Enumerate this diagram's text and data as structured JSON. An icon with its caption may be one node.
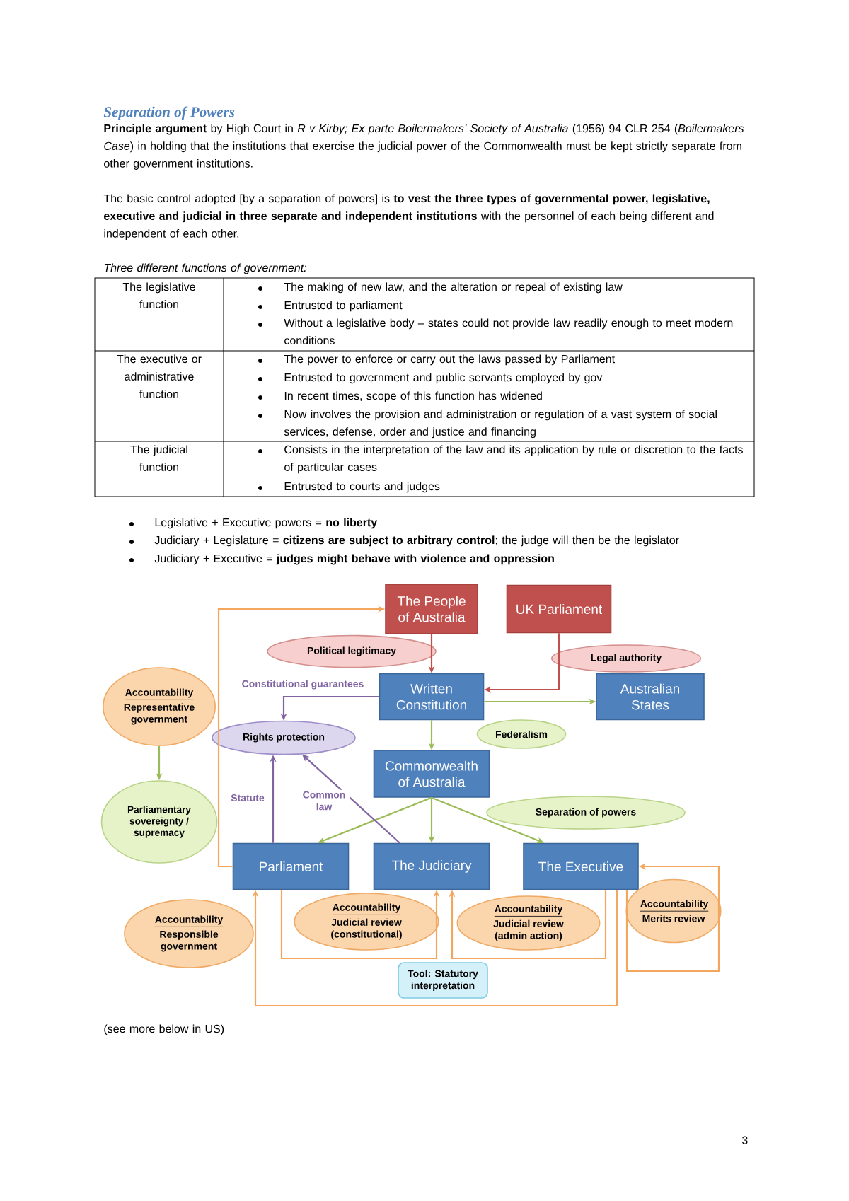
{
  "diagram": {
    "title": "Separation of Powers",
    "nodes": [
      {
        "text": [
          "The People of Australia"
        ]
      },
      {
        "text": [
          "UK Parliament"
        ]
      },
      {
        "text": [
          "Political legitimacy"
        ]
      },
      {
        "text": [
          "Legal authority"
        ]
      },
      {
        "text": [
          "Written Constitution"
        ]
      },
      {
        "text": [
          "Australian States"
        ]
      },
      {
        "text": [
          "Accountability",
          "Representative government"
        ]
      },
      {
        "text": [
          "Rights protection"
        ]
      },
      {
        "text": [
          "Federalism"
        ]
      },
      {
        "text": [
          "Commonwealth of Australia"
        ]
      },
      {
        "text": [
          "Parliamentary sovereignty / supremacy"
        ]
      },
      {
        "text": [
          "Separation of powers"
        ]
      },
      {
        "text": [
          "Parliament"
        ]
      },
      {
        "text": [
          "The Judiciary"
        ]
      },
      {
        "text": [
          "The Executive"
        ]
      },
      {
        "text": [
          "Accountability",
          "Responsible government"
        ]
      },
      {
        "text": [
          "Accountability",
          "Judicial review (constitutional)"
        ]
      },
      {
        "text": [
          "Accountability",
          "Judicial review (admin action)"
        ]
      },
      {
        "text": [
          "Accountability",
          "Merits review"
        ]
      },
      {
        "text": [
          "Tool: Statutory interpretation"
        ]
      }
    ],
    "edges": [
      {
        "from": 0,
        "to": 4,
        "arrow": "to",
        "color": "#c0504d"
      },
      {
        "from": 1,
        "to": 4,
        "arrow": "to",
        "color": "#c0504d"
      },
      {
        "from": 4,
        "to": 7,
        "arrow": "to",
        "label": "Constitutional guarantees",
        "color": "#8064a2"
      },
      {
        "from": 4,
        "to": 5,
        "arrow": "to"
      },
      {
        "from": 4,
        "to": 9,
        "arrow": "to"
      },
      {
        "from": 6,
        "to": 10,
        "arrow": "to"
      },
      {
        "from": 9,
        "to": 12,
        "arrow": "to"
      },
      {
        "from": 9,
        "to": 13,
        "arrow": "to"
      },
      {
        "from": 9,
        "to": 14,
        "arrow": "to"
      },
      {
        "from": 12,
        "to": 7,
        "arrow": "to",
        "label": "Statute",
        "color": "#8064a2"
      },
      {
        "from": 13,
        "to": 7,
        "arrow": "to",
        "label": "Common law",
        "color": "#8064a2"
      },
      {
        "from": 12,
        "to": 0,
        "arrow": "to",
        "color": "#f2a65e"
      },
      {
        "from": 12,
        "to": 13,
        "arrow": "to",
        "color": "#f2a65e"
      },
      {
        "from": 14,
        "to": 13,
        "arrow": "to",
        "color": "#f2a65e"
      },
      {
        "from": 14,
        "to": 12,
        "arrow": "to",
        "color": "#f2a65e"
      },
      {
        "from": 14,
        "to": 14,
        "arrow": "to",
        "color": "#f2a65e"
      }
    ],
    "labels": [
      "**Principle argument** by High Court in *R v Kirby; Ex parte Boilermakers’ Society of Australia* (1956) 94 CLR 254 (*Boilermakers Case*) in holding that the institutions that exercise the judicial power of the Commonwealth must be kept strictly separate from other government institutions.",
      "The basic control adopted [by a separation of powers] is **to vest the three types of governmental power, legislative, executive and judicial in three separate and independent institutions** with the personnel of each being different and independent of each other.",
      "Three different functions of government:",
      "The legislative function",
      "The making of new law, and the alteration or repeal of existing law",
      "Entrusted to parliament",
      "Without a legislative body – states could not provide law readily enough to meet modern conditions",
      "The executive or administrative function",
      "The power to enforce or carry out the laws passed by Parliament",
      "Entrusted to government and public servants employed by gov",
      "In recent times, scope of this function has widened",
      "Now involves the provision and administration or regulation of a vast system of social services, defense, order and justice and financing",
      "The judicial function",
      "Consists in the interpretation of the law and its application by rule or discretion to the facts of particular cases",
      "Entrusted to courts and judges",
      "Legislative + Executive powers = **no liberty**",
      "Judiciary + Legislature = **citizens are subject to arbitrary control**; the judge will then be the legislator",
      "Judiciary + Executive = **judges might behave with violence and oppression**",
      "(see more below in US)",
      "3"
    ]
  }
}
